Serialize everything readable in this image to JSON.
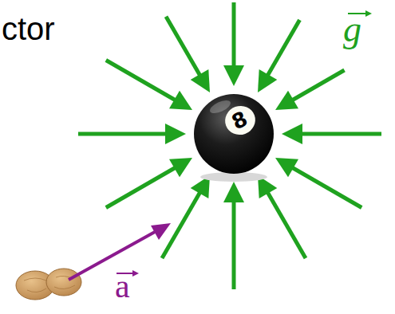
{
  "diagram": {
    "labels": [
      "ctor",
      "g",
      "a",
      "8"
    ]
  }
}
